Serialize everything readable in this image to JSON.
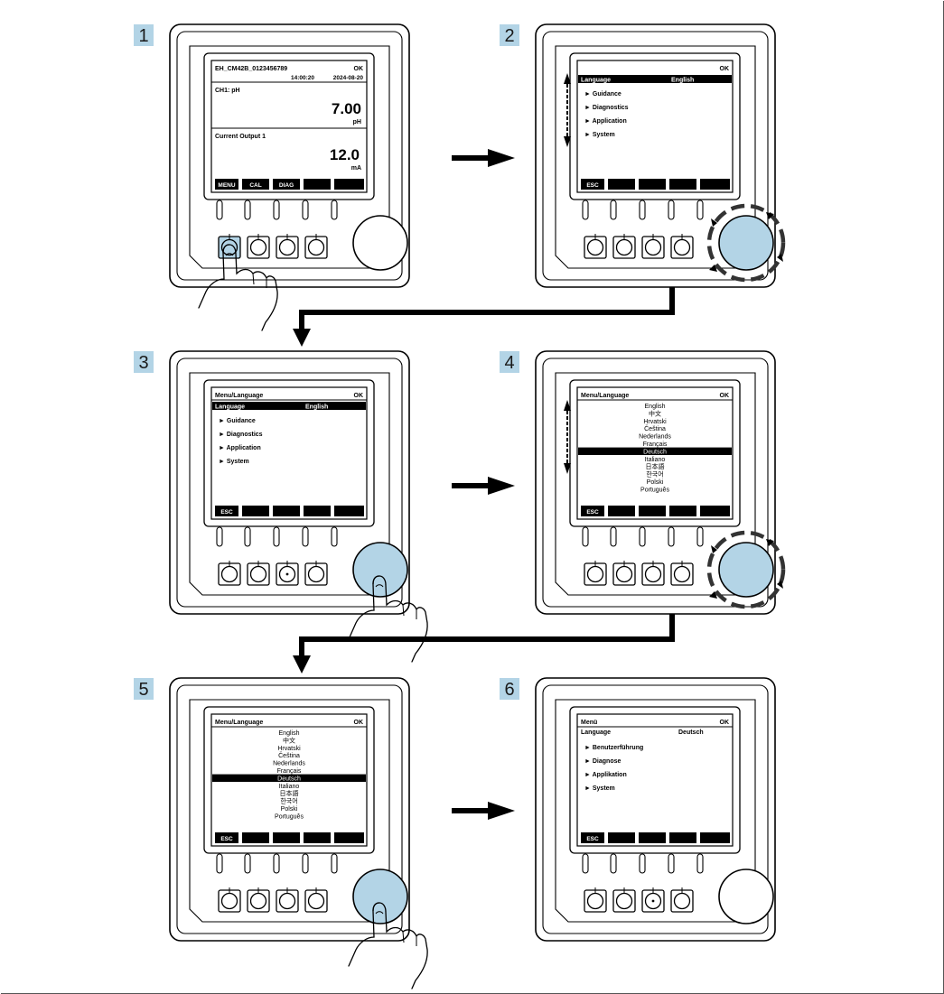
{
  "panels": [
    {
      "step": "1",
      "screen": {
        "kind": "measurement",
        "device_tag": "EH_CM42B_0123456789",
        "ok": "OK",
        "time": "14:00:20",
        "date": "2024-08-20",
        "ch1_label": "CH1: pH",
        "ch1_value": "7.00",
        "ch1_unit": "pH",
        "output_label": "Current Output 1",
        "output_value": "12.0",
        "output_unit": "mA",
        "softkeys": [
          "MENU",
          "CAL",
          "DIAG",
          "",
          ""
        ]
      },
      "hand": "softkey-1",
      "knob_rotating": false,
      "scroll_arrow": false,
      "center_key_dot": false
    },
    {
      "step": "2",
      "screen": {
        "kind": "menu",
        "title": "",
        "ok": "OK",
        "language_label": "Language",
        "language_value": "English",
        "items": [
          "► Guidance",
          "► Diagnostics",
          "► Application",
          "► System"
        ],
        "softkeys": [
          "ESC",
          "",
          "",
          "",
          ""
        ]
      },
      "hand": "none",
      "knob_rotating": true,
      "scroll_arrow": true,
      "center_key_dot": false
    },
    {
      "step": "3",
      "screen": {
        "kind": "menu",
        "title": "Menu/Language",
        "ok": "OK",
        "language_label": "Language",
        "language_value": "English",
        "items": [
          "► Guidance",
          "► Diagnostics",
          "► Application",
          "► System"
        ],
        "softkeys": [
          "ESC",
          "",
          "",
          "",
          ""
        ]
      },
      "hand": "knob",
      "knob_rotating": false,
      "scroll_arrow": false,
      "center_key_dot": true
    },
    {
      "step": "4",
      "screen": {
        "kind": "list",
        "title": "Menu/Language",
        "ok": "OK",
        "items": [
          "English",
          "中文",
          "Hrvatski",
          "Čeština",
          "Nederlands",
          "Français",
          "Deutsch",
          "Italiano",
          "日本語",
          "한국어",
          "Polski",
          "Português"
        ],
        "selected": 6,
        "softkeys": [
          "ESC",
          "",
          "",
          "",
          ""
        ]
      },
      "hand": "none",
      "knob_rotating": true,
      "scroll_arrow": true,
      "center_key_dot": false
    },
    {
      "step": "5",
      "screen": {
        "kind": "list",
        "title": "Menu/Language",
        "ok": "OK",
        "items": [
          "English",
          "中文",
          "Hrvatski",
          "Čeština",
          "Nederlands",
          "Français",
          "Deutsch",
          "Italiano",
          "日本語",
          "한국어",
          "Polski",
          "Português"
        ],
        "selected": 6,
        "softkeys": [
          "ESC",
          "",
          "",
          "",
          ""
        ]
      },
      "hand": "knob",
      "knob_rotating": false,
      "scroll_arrow": false,
      "center_key_dot": false
    },
    {
      "step": "6",
      "screen": {
        "kind": "menu",
        "title": "Menü",
        "ok": "OK",
        "language_label": "Language",
        "language_value": "Deutsch",
        "language_plain": true,
        "items": [
          "► Benutzerführung",
          "► Diagnose",
          "► Applikation",
          "► System"
        ],
        "softkeys": [
          "ESC",
          "",
          "",
          "",
          ""
        ]
      },
      "hand": "none",
      "knob_rotating": false,
      "scroll_arrow": false,
      "center_key_dot": true
    }
  ],
  "flow": [
    "arrow-1-to-2",
    "connector-2-to-3",
    "arrow-3-to-4",
    "connector-4-to-5",
    "arrow-5-to-6"
  ],
  "colors": {
    "line": "#000000",
    "highlight": "#b3d4e6",
    "step_badge_bg": "#b3d4e6",
    "step_badge_text": "#1a1a1a",
    "screen_bg": "#ffffff",
    "screen_inverse": "#000000"
  }
}
